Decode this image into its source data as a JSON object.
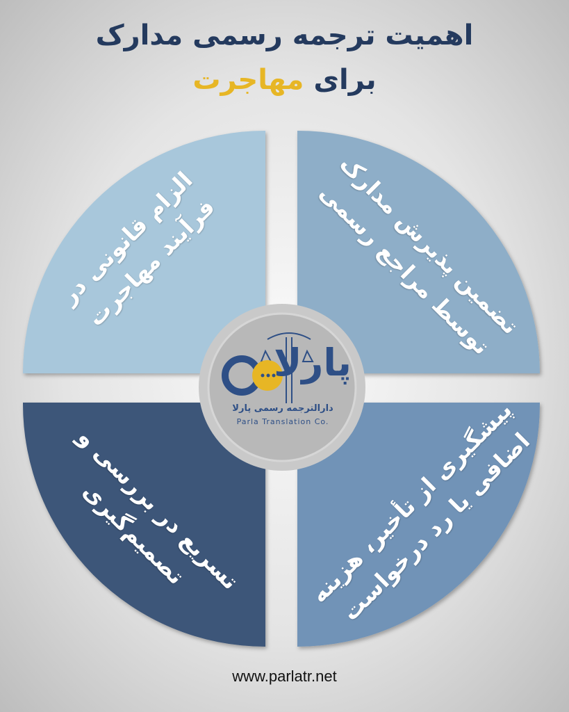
{
  "header": {
    "title_line1": "اهمیت ترجمه رسمی مدارک",
    "title_line2_prefix": "برای",
    "title_line2_highlight": "مهاجرت"
  },
  "quadrants": [
    {
      "position": "top-left",
      "text": "الزام قانونی در فرآیند مهاجرت",
      "color": "#a8c7db"
    },
    {
      "position": "top-right",
      "text": "تضمین پذیرش مدارک توسط مراجع رسمی",
      "color": "#8eaec8"
    },
    {
      "position": "bottom-left",
      "text": "تسریع در بررسی و تصمیم‌گیری",
      "color": "#3e5679"
    },
    {
      "position": "bottom-right",
      "text": "پیشگیری از تأخیر، هزینه اضافی یا رد درخواست",
      "color": "#7193b7"
    }
  ],
  "logo": {
    "wordmark": "پارلا",
    "subtitle_fa": "دارالترجمه رسمی پارلا",
    "subtitle_en": "Parla Translation Co."
  },
  "colors": {
    "navy": "#243a5e",
    "gold": "#e7b625"
  },
  "footer": {
    "url": "www.parlatr.net"
  }
}
